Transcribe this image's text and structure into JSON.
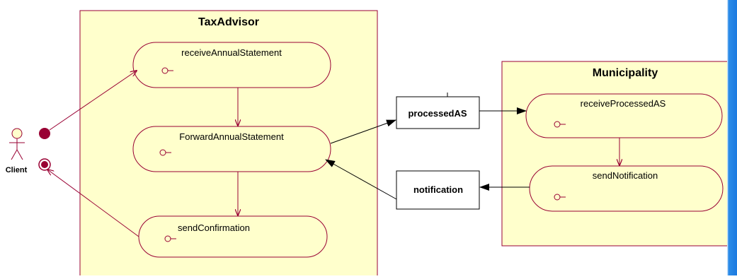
{
  "pools": {
    "tax_advisor": {
      "title": "TaxAdvisor"
    },
    "municipality": {
      "title": "Municipality"
    }
  },
  "actor": {
    "label": "Client"
  },
  "activities": {
    "receive_annual_statement": "receiveAnnualStatement",
    "forward_annual_statement": "ForwardAnnualStatement",
    "send_confirmation": "sendConfirmation",
    "receive_processed_as": "receiveProcessedAS",
    "send_notification": "sendNotification"
  },
  "objects": {
    "processed_as": "processedAS",
    "notification": "notification"
  },
  "colors": {
    "pool_fill": "#ffffcc",
    "activity_stroke": "#990033",
    "event_fill": "#990033",
    "line": "#000000",
    "strip": "#1b7ae0"
  }
}
